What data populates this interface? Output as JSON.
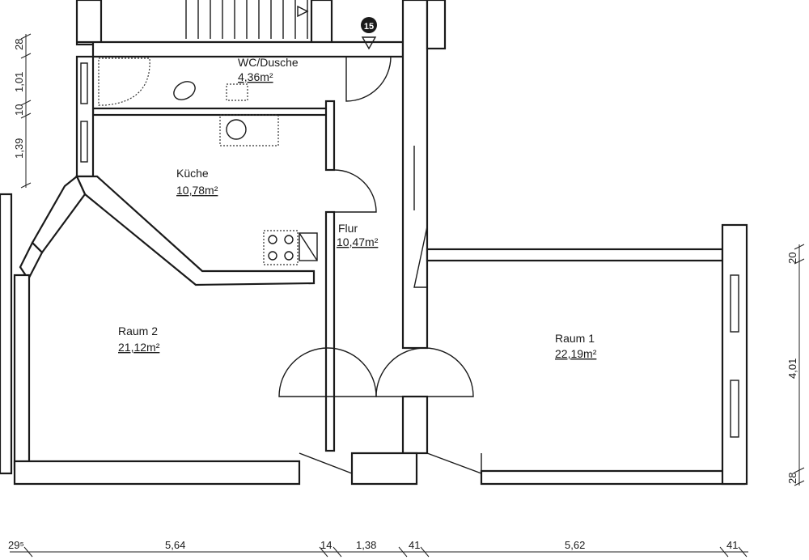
{
  "rooms": {
    "wc": {
      "name": "WC/Dusche",
      "area": "4,36m²"
    },
    "kueche": {
      "name": "Küche",
      "area": "10,78m²"
    },
    "flur": {
      "name": "Flur",
      "area": "10,47m²"
    },
    "raum2": {
      "name": "Raum 2",
      "area": "21,12m²"
    },
    "raum1": {
      "name": "Raum 1",
      "area": "22,19m²"
    }
  },
  "marker": {
    "number": "15"
  },
  "dimensions": {
    "bottom": [
      "29⁵",
      "5,64",
      "14",
      "1,38",
      "41",
      "5,62",
      "41"
    ],
    "left": [
      "28",
      "1,01",
      "10",
      "1,39"
    ],
    "right": [
      "20",
      "4,01",
      "28"
    ]
  }
}
